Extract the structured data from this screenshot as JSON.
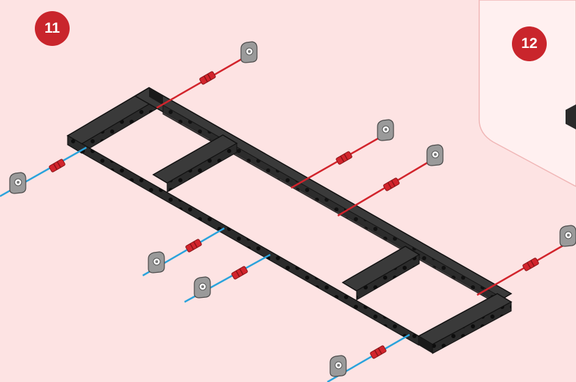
{
  "steps": {
    "current": "11",
    "next": "12"
  },
  "colors": {
    "background": "#fde3e3",
    "next_panel": "#fff0f0",
    "badge": "#c9252c",
    "beam": "#2a2a2a",
    "beam_edge": "#111111",
    "pin_red": "#d2242c",
    "axle_blue": "#2aa3dc",
    "connector_grey": "#8b8b8b"
  },
  "parts": {
    "long_beams": 2,
    "cross_beams": 4,
    "red_pins": 8,
    "connectors": 8
  }
}
